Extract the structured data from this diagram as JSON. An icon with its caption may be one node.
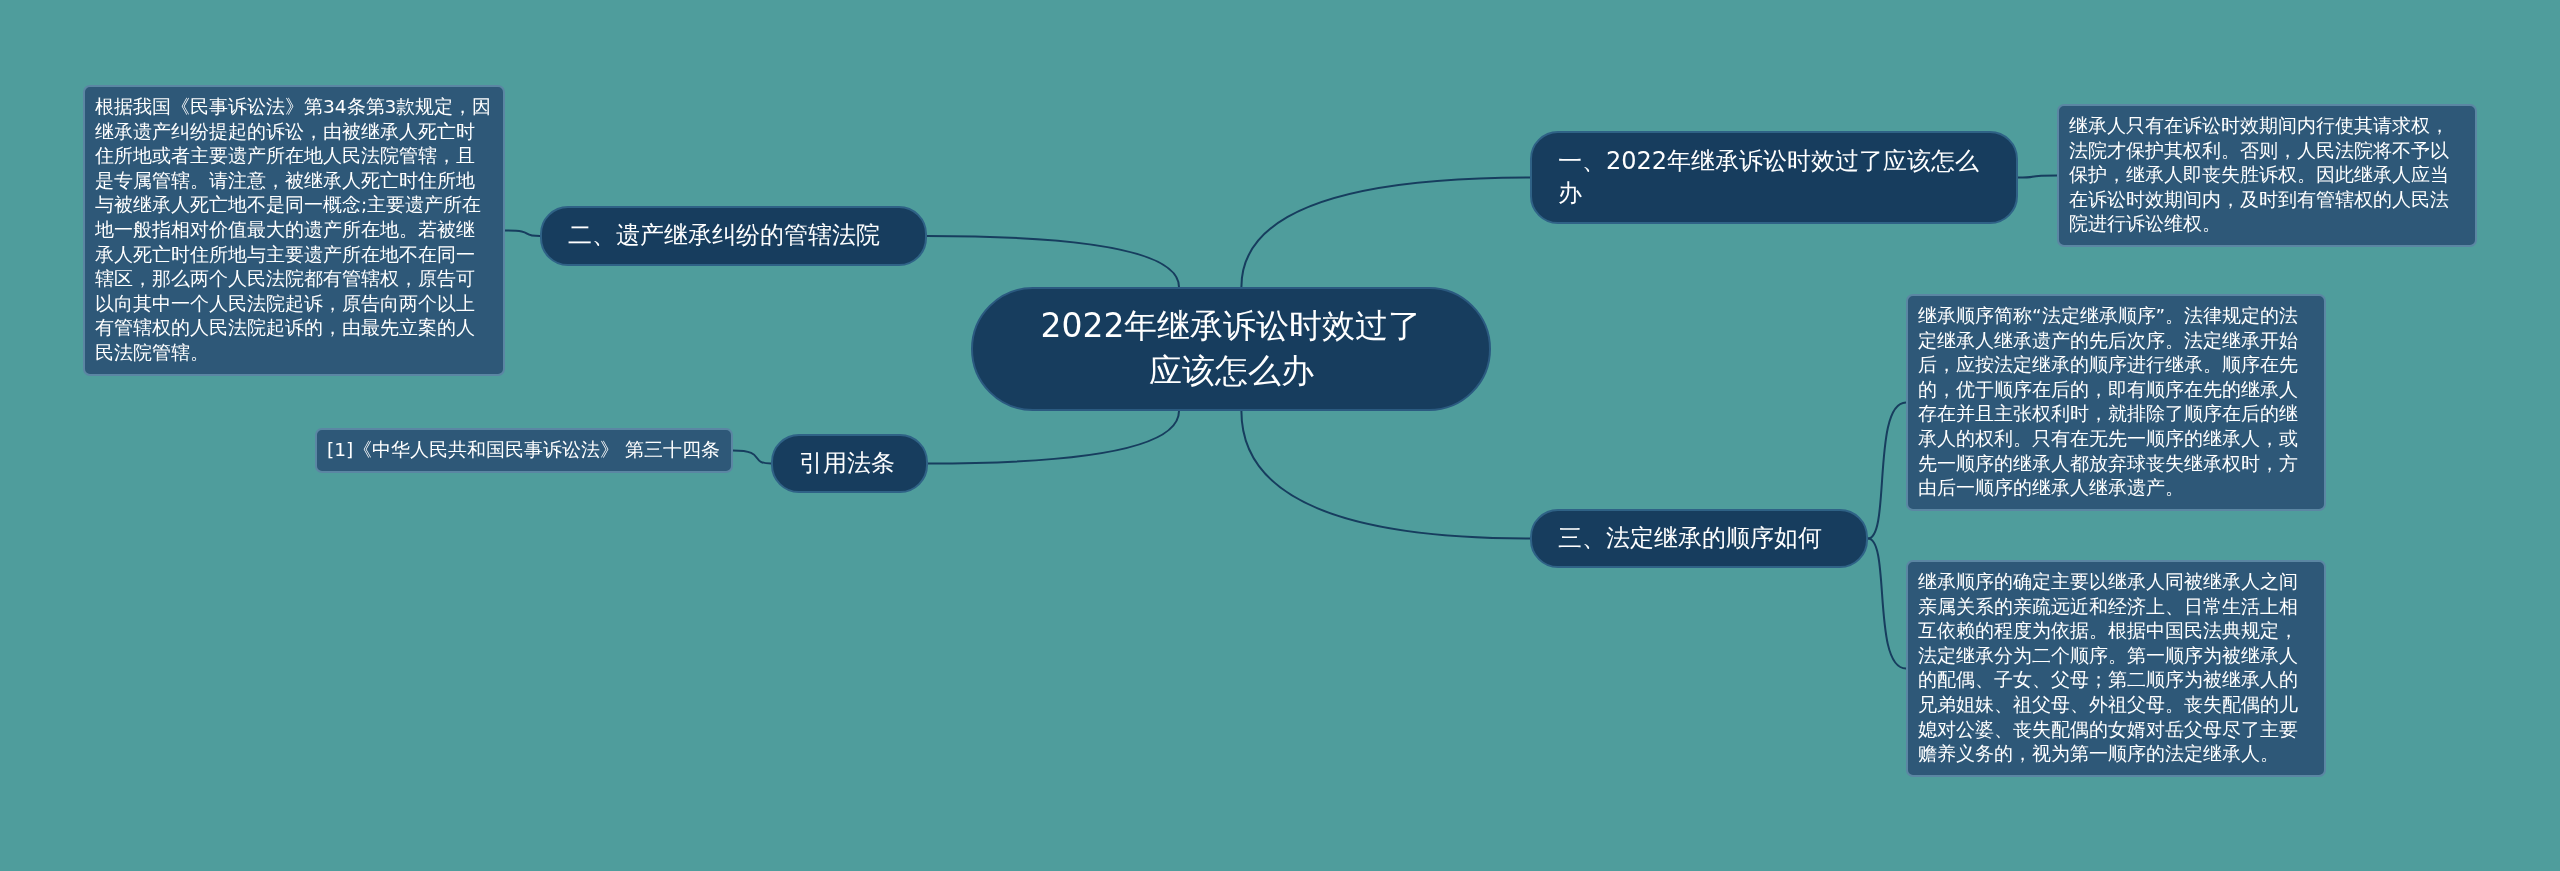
{
  "diagram": {
    "nodes": [
      {
        "text": [
          "2022年继承诉讼时效过了应该怎么办"
        ]
      },
      {
        "text": [
          "一、2022年继承诉讼时效过了应该怎么办"
        ]
      },
      {
        "text": [
          "继承人只有在诉讼时效期间内行使其请求权，法院才保护其权利。否则，人民法院将不予以保护，继承人即丧失胜诉权。因此继承人应当在诉讼时效期间内，及时到有管辖权的人民法院进行诉讼维权。"
        ]
      },
      {
        "text": [
          "二、遗产继承纠纷的管辖法院"
        ]
      },
      {
        "text": [
          "根据我国《民事诉讼法》第34条第3款规定，因继承遗产纠纷提起的诉讼，由被继承人死亡时住所地或者主要遗产所在地人民法院管辖，且是专属管辖。请注意，被继承人死亡时住所地与被继承人死亡地不是同一概念;主要遗产所在地一般指相对价值最大的遗产所在地。若被继承人死亡时住所地与主要遗产所在地不在同一辖区，那么两个人民法院都有管辖权，原告可以向其中一个人民法院起诉，原告向两个以上有管辖权的人民法院起诉的，由最先立案的人民法院管辖。"
        ]
      },
      {
        "text": [
          "引用法条"
        ]
      },
      {
        "text": [
          "[1]《中华人民共和国民事诉讼法》 第三十四条"
        ]
      },
      {
        "text": [
          "三、法定继承的顺序如何"
        ]
      },
      {
        "text": [
          "继承顺序简称“法定继承顺序”。法律规定的法定继承人继承遗产的先后次序。法定继承开始后，应按法定继承的顺序进行继承。顺序在先的，优于顺序在后的，即有顺序在先的继承人存在并且主张权利时，就排除了顺序在后的继承人的权利。只有在无先一顺序的继承人，或先一顺序的继承人都放弃球丧失继承权时，方由后一顺序的继承人继承遗产。"
        ]
      },
      {
        "text": [
          "继承顺序的确定主要以继承人同被继承人之间亲属关系的亲疏远近和经济上、日常生活上相互依赖的程度为依据。根据中国民法典规定，法定继承分为二个顺序。第一顺序为被继承人的配偶、子女、父母；第二顺序为被继承人的兄弟姐妹、祖父母、外祖父母。丧失配偶的儿媳对公婆、丧失配偶的女婿对岳父母尽了主要赡养义务的，视为第一顺序的法定继承人。"
        ]
      }
    ],
    "edges": [
      {
        "from": 0,
        "to": 1,
        "arrow": "none"
      },
      {
        "from": 1,
        "to": 2,
        "arrow": "none"
      },
      {
        "from": 0,
        "to": 3,
        "arrow": "none"
      },
      {
        "from": 3,
        "to": 4,
        "arrow": "none"
      },
      {
        "from": 0,
        "to": 5,
        "arrow": "none"
      },
      {
        "from": 5,
        "to": 6,
        "arrow": "none"
      },
      {
        "from": 0,
        "to": 7,
        "arrow": "none"
      },
      {
        "from": 7,
        "to": 8,
        "arrow": "none"
      },
      {
        "from": 7,
        "to": 9,
        "arrow": "none"
      }
    ]
  }
}
